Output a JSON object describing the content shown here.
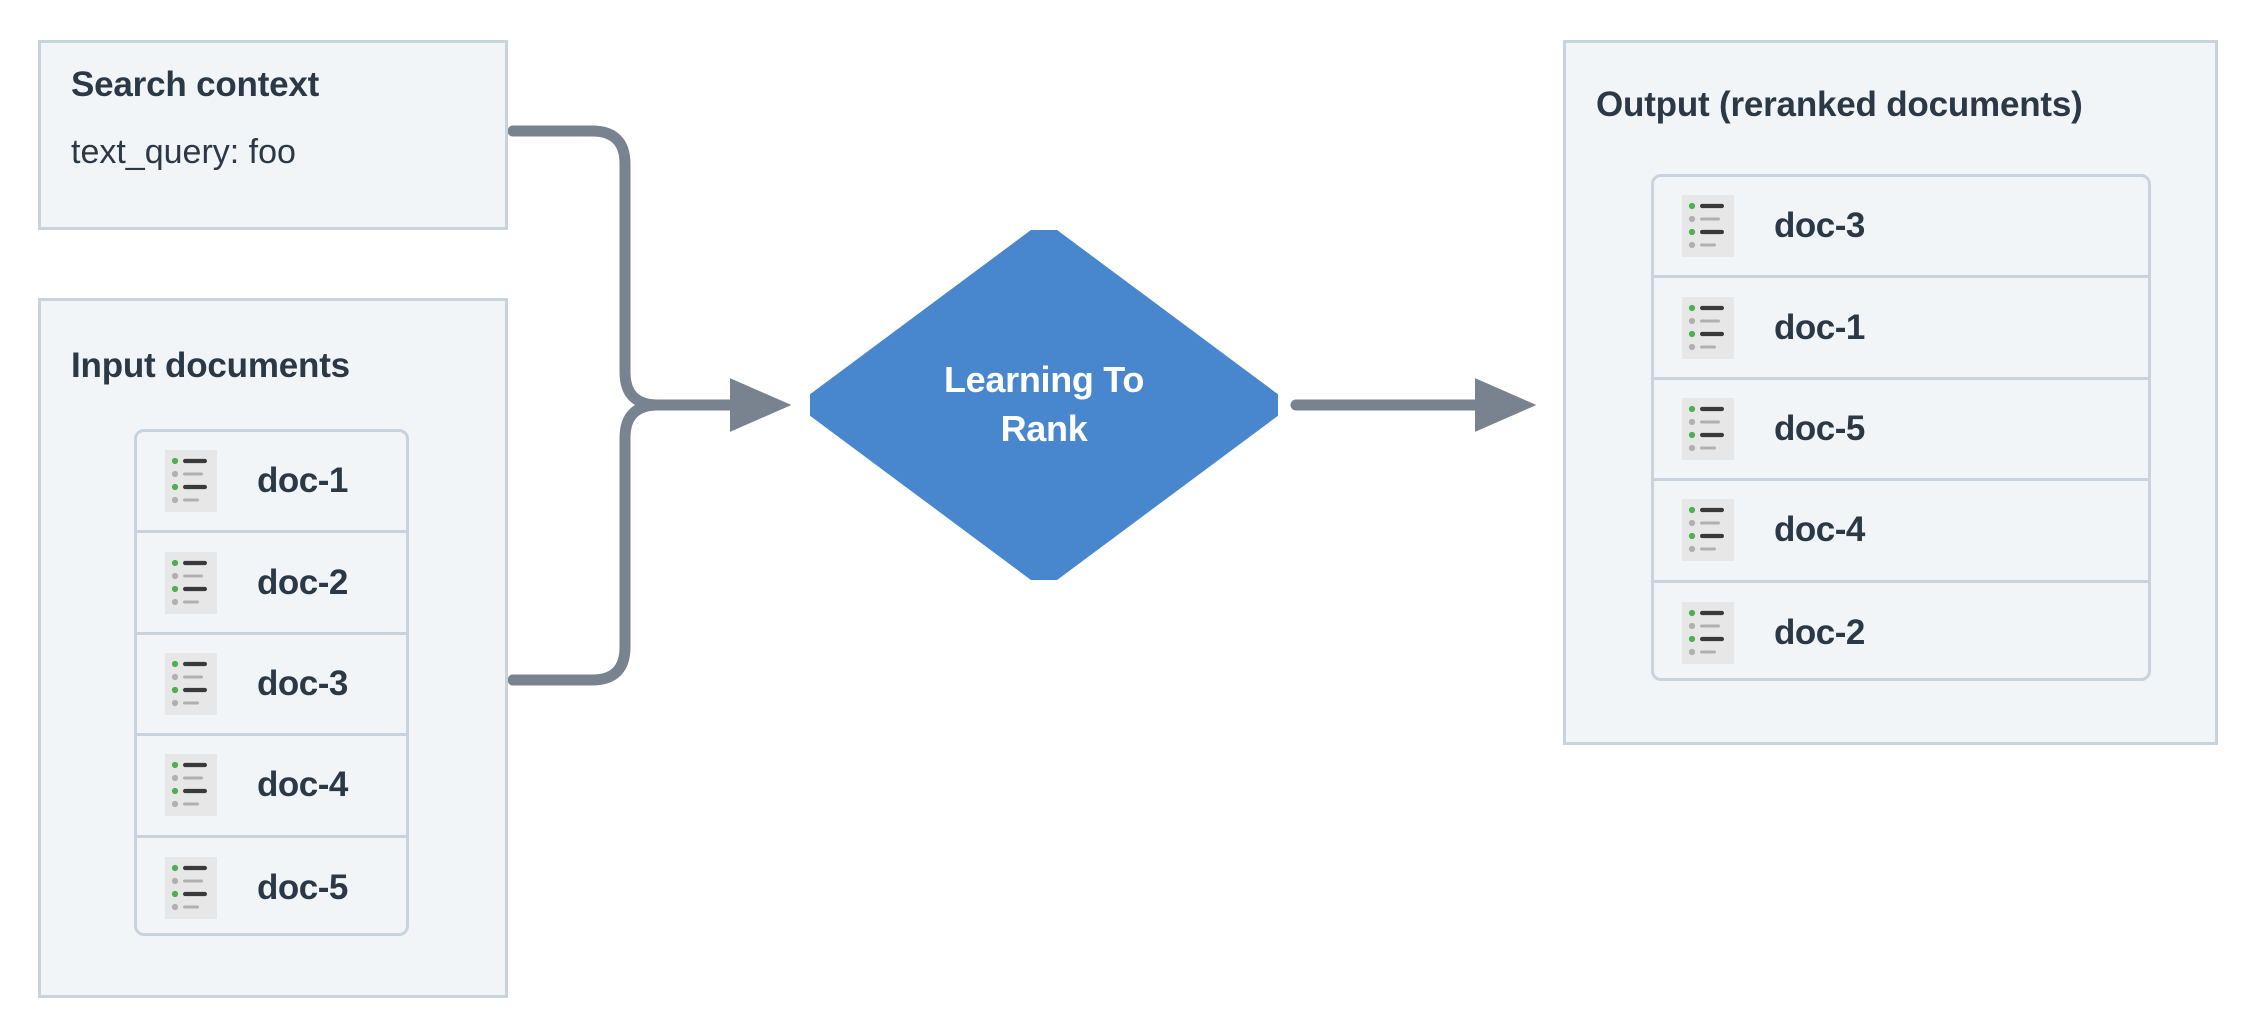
{
  "colors": {
    "panel_fill": "#f2f5f7",
    "panel_border": "#c8d3dd",
    "text_dark": "#2b3846",
    "node_blue": "#4887ce",
    "node_text": "#ffffff",
    "connector_gray": "#78838f",
    "icon_bg": "#e7e7e7",
    "icon_bullet_green": "#4caf50",
    "icon_bullet_gray": "#b0b0b0",
    "icon_line_dark": "#3a3a3a",
    "icon_line_gray": "#b0b0b0"
  },
  "search_context": {
    "title": "Search context",
    "query": "text_query: foo"
  },
  "input_documents": {
    "title": "Input documents",
    "docs": [
      {
        "label": "doc-1",
        "icon": "document-list-icon"
      },
      {
        "label": "doc-2",
        "icon": "document-list-icon"
      },
      {
        "label": "doc-3",
        "icon": "document-list-icon"
      },
      {
        "label": "doc-4",
        "icon": "document-list-icon"
      },
      {
        "label": "doc-5",
        "icon": "document-list-icon"
      }
    ]
  },
  "ltr_node": {
    "line1": "Learning To",
    "line2": "Rank",
    "shape": "diamond"
  },
  "output": {
    "title": "Output (reranked documents)",
    "docs": [
      {
        "label": "doc-3",
        "icon": "document-list-icon"
      },
      {
        "label": "doc-1",
        "icon": "document-list-icon"
      },
      {
        "label": "doc-5",
        "icon": "document-list-icon"
      },
      {
        "label": "doc-4",
        "icon": "document-list-icon"
      },
      {
        "label": "doc-2",
        "icon": "document-list-icon"
      }
    ]
  },
  "connectors": [
    {
      "name": "search-context-to-ltr",
      "from": "search_context",
      "to": "ltr_node",
      "style": "elbow-arrow"
    },
    {
      "name": "input-documents-to-ltr",
      "from": "input_documents",
      "to": "ltr_node",
      "style": "elbow-arrow"
    },
    {
      "name": "ltr-to-output",
      "from": "ltr_node",
      "to": "output",
      "style": "straight-arrow"
    }
  ]
}
